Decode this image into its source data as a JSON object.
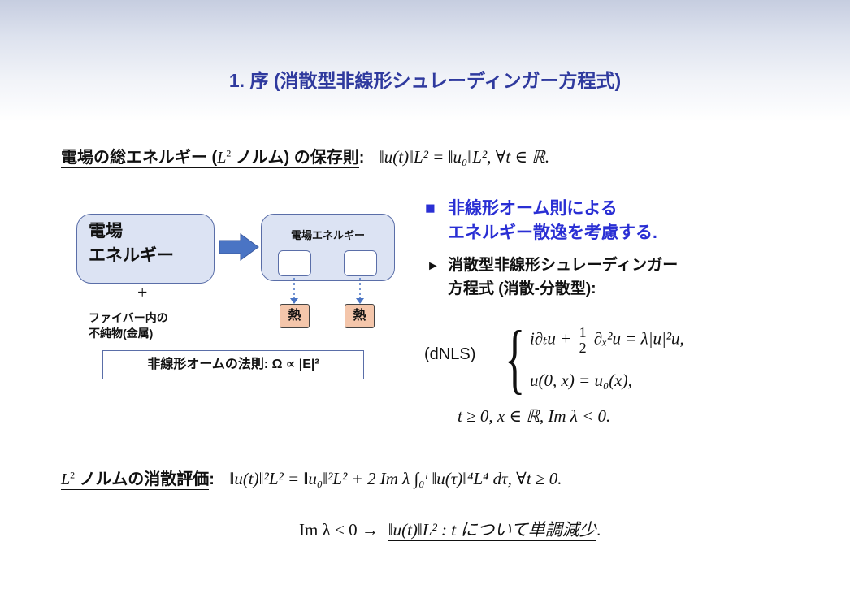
{
  "title": "1. 序 (消散型非線形シュレーディンガー方程式)",
  "conservation": {
    "label_pre": "電場の総エネルギー (",
    "label_L": "L",
    "label_sup": "2",
    "label_post": " ノルム) の保存則",
    "colon": ":",
    "formula": "‖u(t)‖L² = ‖u₀‖L², ∀t ∈ ℝ."
  },
  "diagram": {
    "efield_line1": "電場",
    "efield_line2": "エネルギー",
    "plus": "+",
    "impurity_line1": "ファイバー内の",
    "impurity_line2": "不純物(金属)",
    "energy_box_title": "電場エネルギー",
    "heat_1": "熱",
    "heat_2": "熱",
    "law": "非線形オームの法則: Ω ∝ |E|²"
  },
  "right": {
    "square_bullet": "■",
    "head_line1": "非線形オーム則による",
    "head_line2": "エネルギー散逸を考慮する.",
    "arrow_bullet": "►",
    "item_line1": "消散型非線形シュレーディンガー",
    "item_line2": "方程式 (消散-分散型):",
    "eq_label": "(dNLS)",
    "eq1_pre": "i∂ₜu +",
    "eq1_num": "1",
    "eq1_den": "2",
    "eq1_post": "∂ₓ²u = λ|u|²u,",
    "eq2": "u(0, x) = u₀(x),",
    "cond": "t ≥ 0, x ∈ ℝ,  Im λ < 0."
  },
  "dissipation": {
    "label_L": "L",
    "label_sup": "2",
    "label_post": " ノルムの消散評価",
    "colon": ":",
    "formula": "‖u(t)‖²L² = ‖u₀‖²L² + 2 Im λ ∫₀ᵗ ‖u(τ)‖⁴L⁴ dτ, ∀t ≥ 0."
  },
  "conclusion": {
    "pre": "Im λ < 0 →",
    "under": "‖u(t)‖L² : t について単調減少",
    "post": "."
  },
  "colors": {
    "title": "#2f3a9e",
    "blue_text": "#2a2fd4",
    "box_fill": "#dce3f3",
    "box_border": "#5a6ea8",
    "heat_fill": "#f4c6ab"
  }
}
